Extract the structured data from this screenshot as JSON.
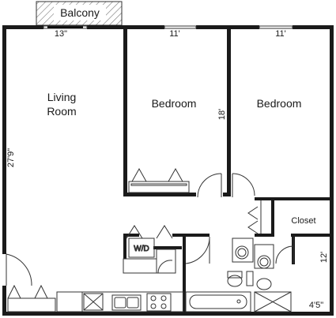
{
  "balcony": {
    "label": "Balcony",
    "width": "13\""
  },
  "rooms": {
    "living_room": {
      "line1": "Living",
      "line2": "Room",
      "depth": "27'9\""
    },
    "bedroom_1": {
      "label": "Bedroom",
      "width": "11'",
      "depth": "18'"
    },
    "bedroom_2": {
      "label": "Bedroom",
      "width": "11'"
    },
    "closet": {
      "label": "Closet",
      "depth": "12'"
    },
    "laundry": {
      "label": "W/D"
    },
    "bath": {
      "width": "4'5\""
    }
  },
  "colors": {
    "wall": "#1a1a1a",
    "background": "#ffffff",
    "window": "#333333"
  },
  "icons": [
    "washer-dryer-icon",
    "toilet-icon",
    "sink-icon",
    "bathtub-icon",
    "shower-icon",
    "stove-icon",
    "kitchen-sink-icon",
    "refrigerator-icon",
    "dishwasher-icon",
    "door-swing-icon",
    "bifold-door-icon",
    "sliding-door-icon"
  ]
}
